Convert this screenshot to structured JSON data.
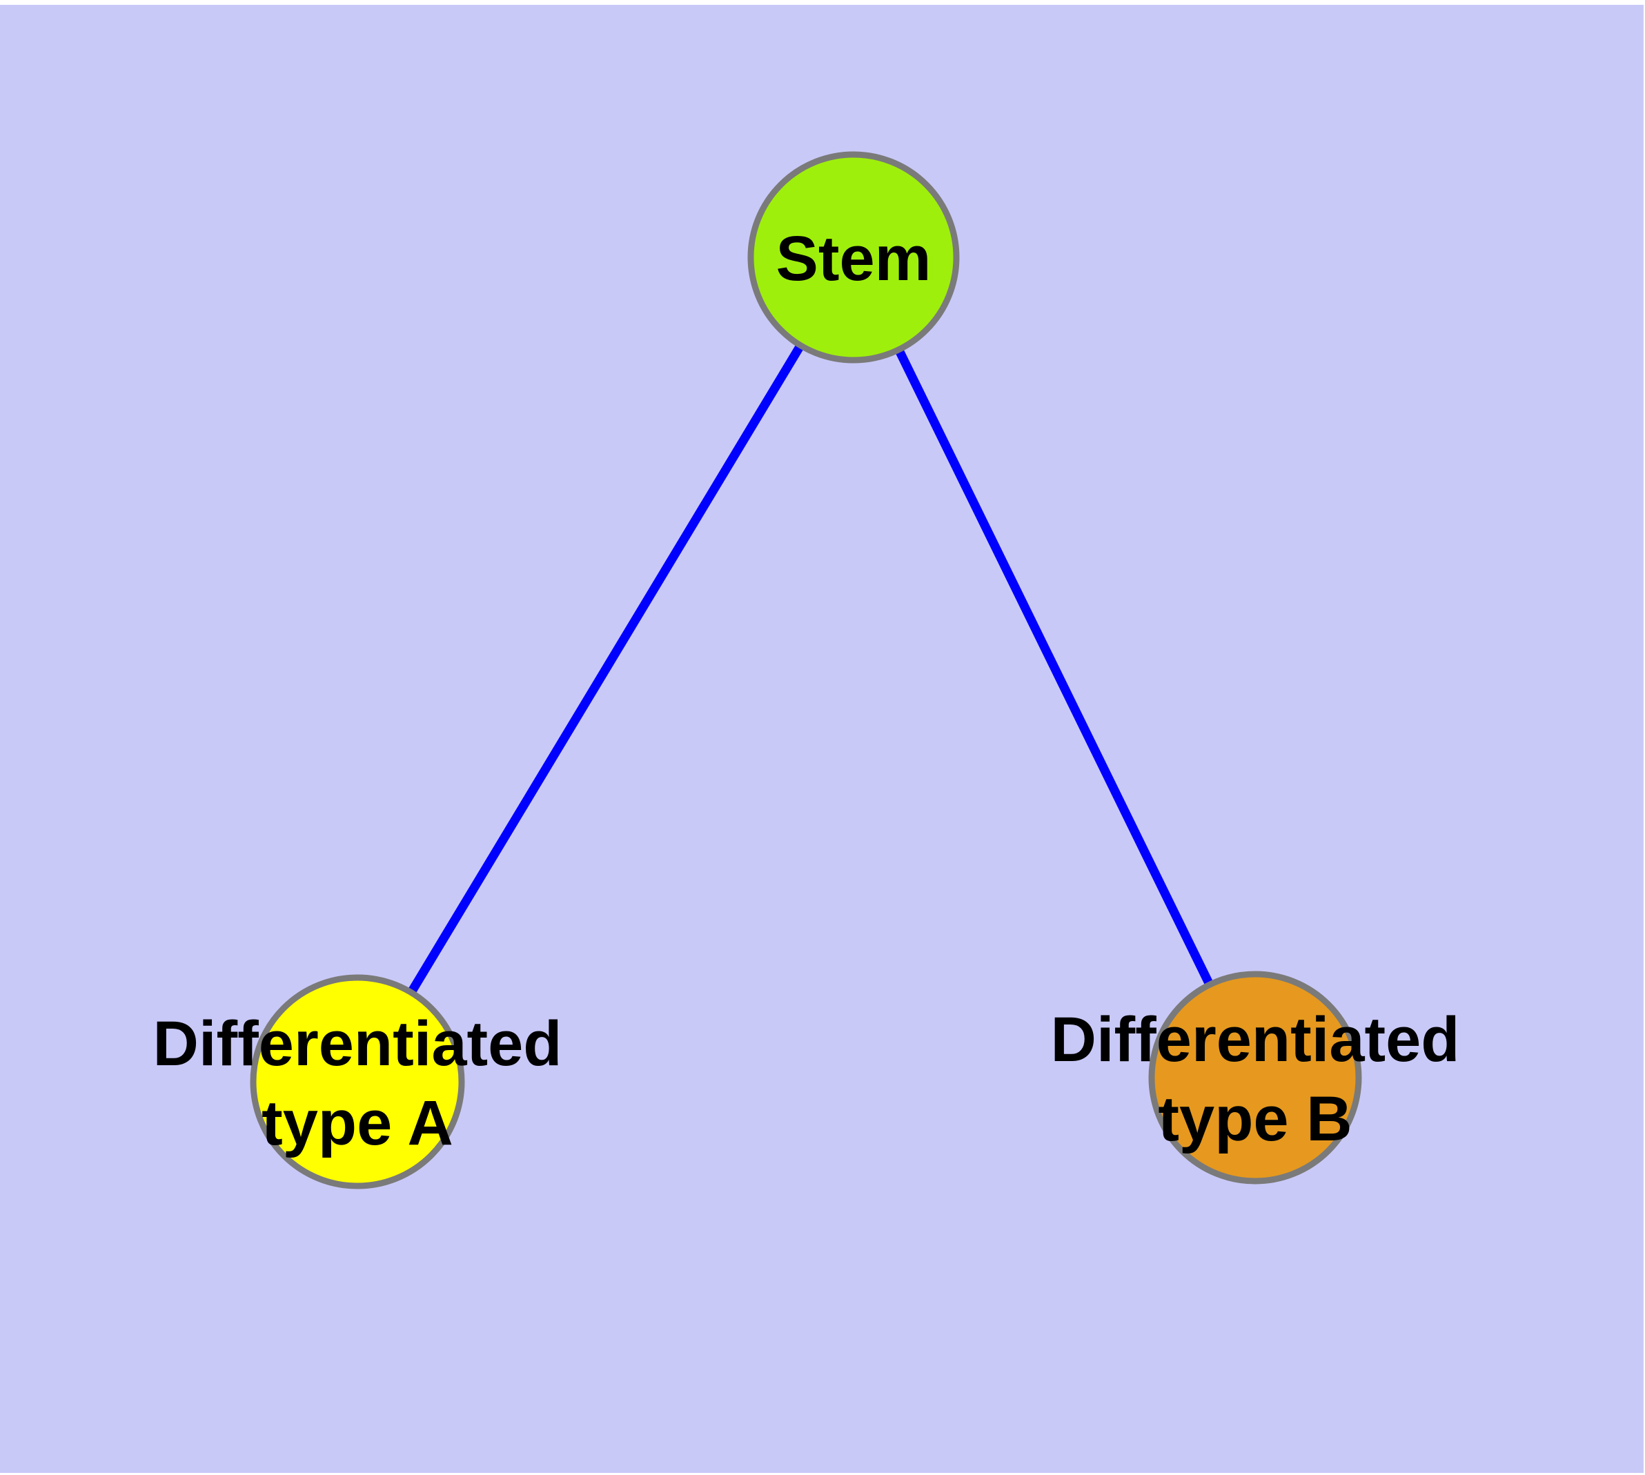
{
  "diagram": {
    "type": "node-link-graph",
    "canvas": {
      "background_color": "#c9c9f8",
      "margin_color": "#ffffff"
    },
    "style": {
      "edge_color": "#0000ff",
      "node_border_color": "#7a7a7a",
      "label_color": "#000000"
    },
    "nodes": [
      {
        "id": "stem",
        "label": "Stem",
        "label_line1": "Stem",
        "label_line2": "",
        "color": "#9fef0c"
      },
      {
        "id": "differentiated-type-a",
        "label": "Differentiated type A",
        "label_line1": "Differentiated",
        "label_line2": "type A",
        "color": "#ffff00"
      },
      {
        "id": "differentiated-type-b",
        "label": "Differentiated type B",
        "label_line1": "Differentiated",
        "label_line2": "type B",
        "color": "#e6991e"
      }
    ],
    "edges": [
      {
        "from": "Stem",
        "to": "Differentiated type A"
      },
      {
        "from": "Stem",
        "to": "Differentiated type B"
      }
    ]
  }
}
